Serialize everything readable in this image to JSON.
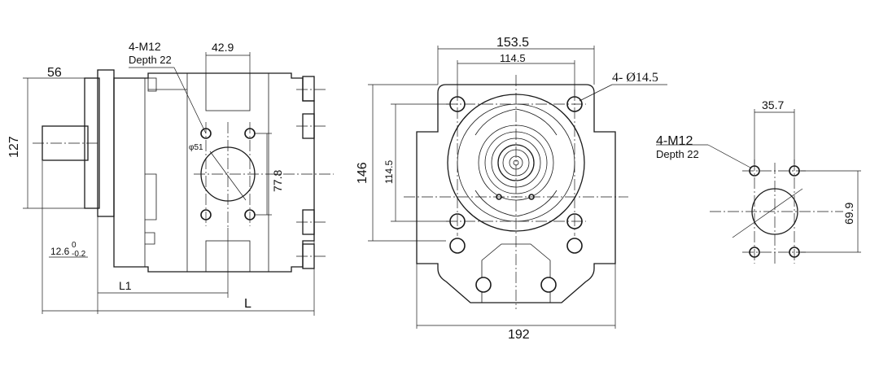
{
  "side_view": {
    "port_callout": "4-M12",
    "port_depth": "Depth 22",
    "dim_flange_width": "56",
    "dim_shaft_height": "127",
    "dim_port_spacing": "42.9",
    "dim_port_diameter": "φ51",
    "dim_port_vertical": "77.8",
    "dim_pilot": "12.6",
    "dim_pilot_upper_tol": "0",
    "dim_pilot_lower_tol": "-0.2",
    "dim_l1": "L1",
    "dim_l": "L"
  },
  "front_view": {
    "dim_bolt_outer": "153.5",
    "dim_bolt_inner": "114.5",
    "bolt_hole_callout": "4- Ø14.5",
    "dim_height_outer": "146",
    "dim_height_inner": "114.5",
    "dim_width_overall": "192"
  },
  "port_detail": {
    "port_callout": "4-M12",
    "port_depth": "Depth 22",
    "dim_horizontal": "35.7",
    "dim_vertical": "69.9"
  }
}
